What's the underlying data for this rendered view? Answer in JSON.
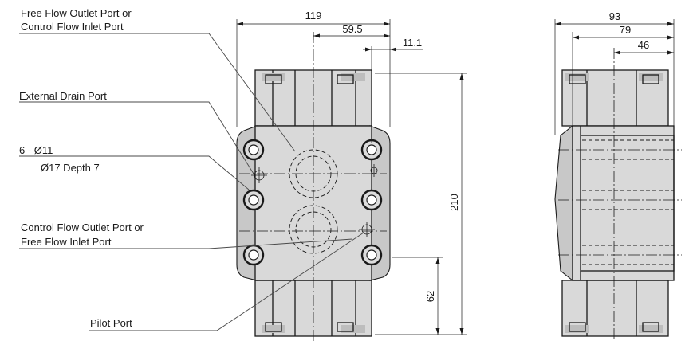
{
  "labels": {
    "free_flow_outlet_line1": "Free Flow Outlet Port or",
    "free_flow_outlet_line2": "Control Flow Inlet Port",
    "external_drain": "External Drain Port",
    "bolt_holes_line1": "6 - Ø11",
    "bolt_holes_line2": "Ø17 Depth 7",
    "control_flow_outlet_line1": "Control Flow Outlet Port or",
    "control_flow_outlet_line2": "Free Flow Inlet Port",
    "pilot_port": "Pilot Port"
  },
  "dimensions": {
    "front_width": "119",
    "front_half_width": "59.5",
    "front_offset": "11.1",
    "front_height": "210",
    "front_lower": "62",
    "side_width": "93",
    "side_mid": "79",
    "side_inner": "46"
  }
}
